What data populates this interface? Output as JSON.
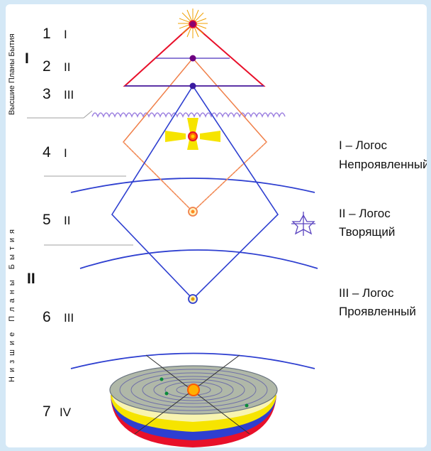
{
  "planes": [
    {
      "num": "1",
      "roman": "I"
    },
    {
      "num": "2",
      "roman": "II"
    },
    {
      "num": "3",
      "roman": "III"
    },
    {
      "num": "4",
      "roman": "I"
    },
    {
      "num": "5",
      "roman": "II"
    },
    {
      "num": "6",
      "roman": "III"
    },
    {
      "num": "7",
      "roman": "IV"
    }
  ],
  "higher_planes": {
    "label": "Высшие Планы Бытия",
    "roman": "I"
  },
  "lower_planes": {
    "label": "Низшие Планы Бытия",
    "roman": "II"
  },
  "logoi": [
    {
      "line1": "I – Логос",
      "line2": "Непроявленный"
    },
    {
      "line1": "II – Логос",
      "line2": "Творящий"
    },
    {
      "line1": "III – Логос",
      "line2": "Проявленный"
    }
  ],
  "colors": {
    "red": "#e8102a",
    "violet": "#6a54c8",
    "blue": "#2e3fd0",
    "orange": "#f0804a",
    "yellow": "#f6e400",
    "purple_dot": "#6d0080",
    "sun": "#ff6a00"
  }
}
